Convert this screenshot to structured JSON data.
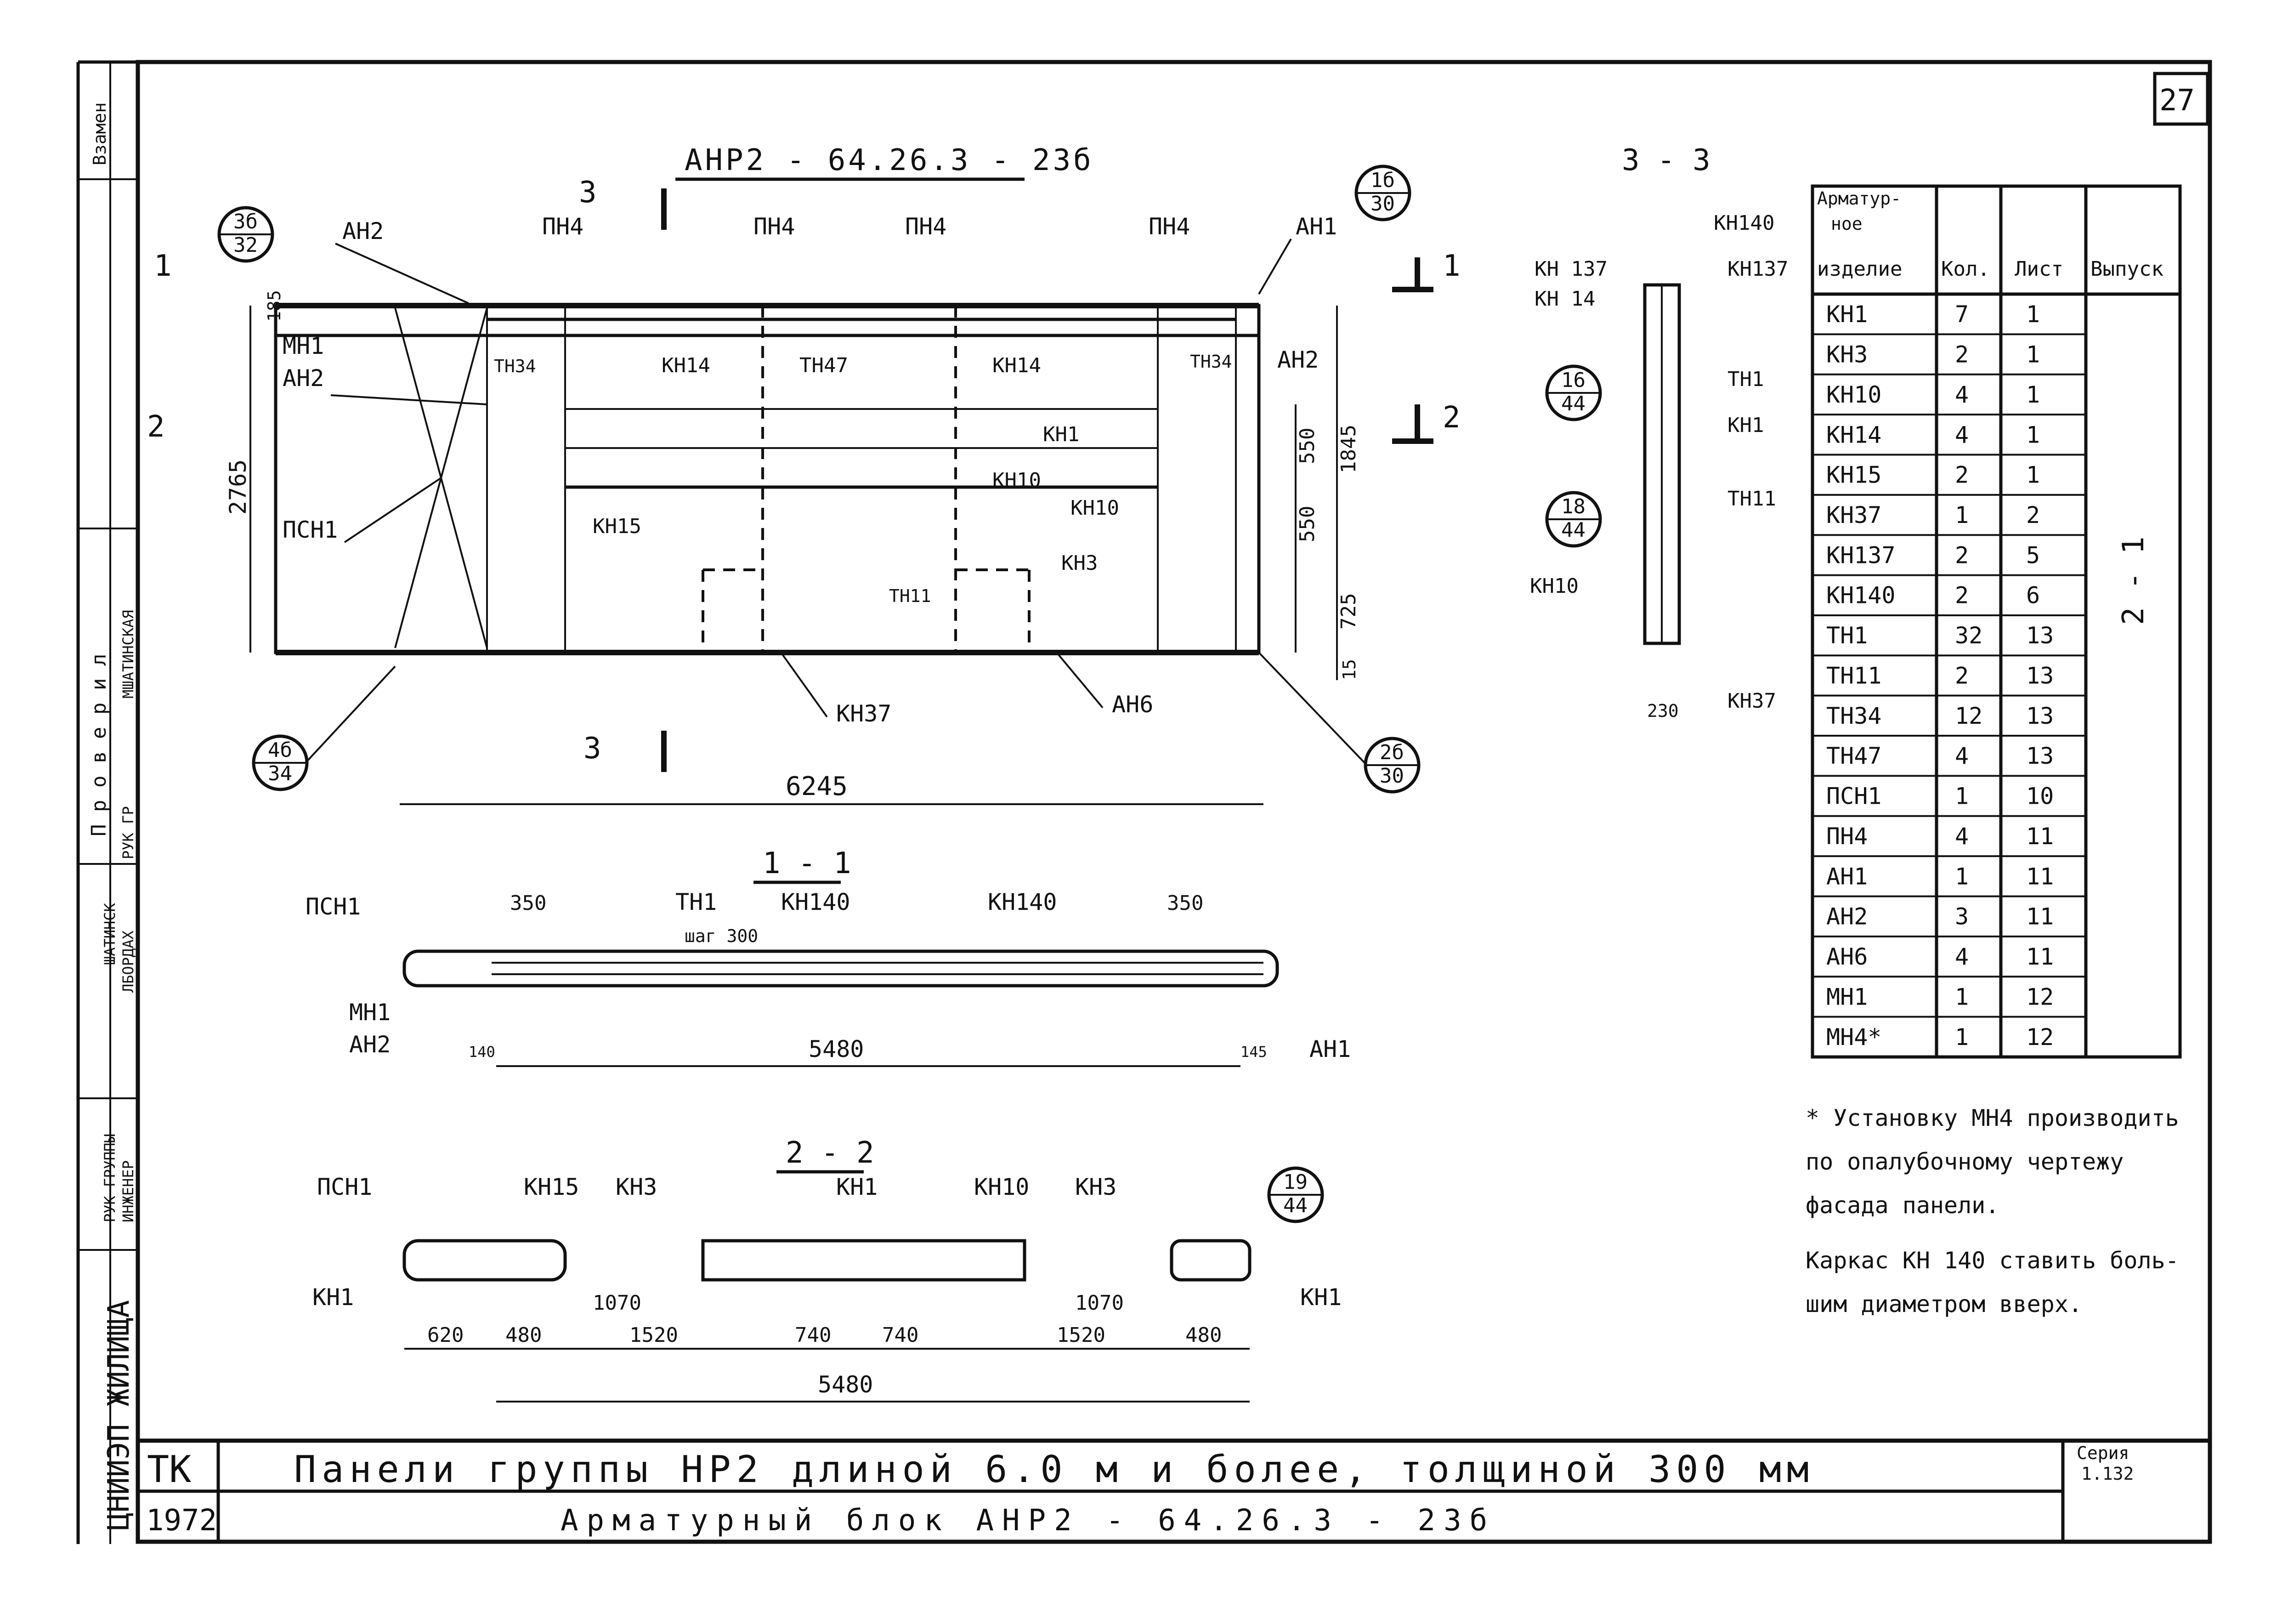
{
  "sheet": {
    "number": "27",
    "stamp_left": {
      "vzamen": "Взамен",
      "proveril": "П р о в е р и л",
      "ruk_gr": "РУК ГР",
      "ruk_gruppy": "РУК ГРУППЫ",
      "inzhener": "ИНЖЕНЕР",
      "name_mshatinskaya": "МШАТИНСКАЯ",
      "name_shatinsk": "ШАТИНСК",
      "name_lbordakh": "ЛБОРДАХ",
      "org": "ЦНИИЭП ЖИЛИЩА"
    }
  },
  "title_block": {
    "tk": "ТК",
    "year": "1972",
    "title1": "Панели группы НР2 длиной 6.0 м и более, толщиной 300 мм",
    "title2": "Арматурный блок АНР2 - 64.26.3 - 23б",
    "series_label": "Серия",
    "series_value": "1.132"
  },
  "main_view": {
    "title": "АНР2 - 64.26.3 - 23б",
    "labels": {
      "an2": "АН2",
      "pn4": "ПН4",
      "an1": "АН1",
      "mn1": "МН1",
      "psn1": "ПСН1",
      "tn34": "ТН34",
      "tn47": "ТН47",
      "kn14": "КН14",
      "kn15": "КН15",
      "kn1": "КН1",
      "kn10": "КН10",
      "kn3": "КН3",
      "tn11": "ТН11",
      "kn37": "КН37",
      "an6": "АН6"
    },
    "section_marks": {
      "s1": "1",
      "s2": "2",
      "s3": "3"
    },
    "dims": {
      "d185": "185",
      "d2765": "2765",
      "d1845": "1845",
      "d550a": "550",
      "d550b": "550",
      "d725": "725",
      "d15": "15",
      "d6245": "6245"
    },
    "callouts": {
      "c1": {
        "top": "3б",
        "bottom": "32"
      },
      "c2": {
        "top": "1б",
        "bottom": "30"
      },
      "c3": {
        "top": "4б",
        "bottom": "34"
      },
      "c4": {
        "top": "2б",
        "bottom": "30"
      }
    }
  },
  "section_11": {
    "title": "1 - 1",
    "labels": {
      "psn1": "ПСН1",
      "tn1": "ТН1",
      "step": "шаг 300",
      "kn140a": "КН140",
      "kn140b": "КН140",
      "mn1": "МН1",
      "an2": "АН2",
      "an1": "АН1"
    },
    "dims": {
      "d350a": "350",
      "d350b": "350",
      "d140": "140",
      "d5480": "5480",
      "d145": "145"
    }
  },
  "section_22": {
    "title": "2 - 2",
    "labels": {
      "psn1": "ПСН1",
      "kn15": "КН15",
      "kn3a": "КН3",
      "kn1top": "КН1",
      "kn10": "КН10",
      "kn3b": "КН3",
      "kn1left": "КН1",
      "kn1right": "КН1"
    },
    "dims": {
      "d620": "620",
      "d480a": "480",
      "d1070a": "1070",
      "d1520a": "1520",
      "d740a": "740",
      "d740b": "740",
      "d1070b": "1070",
      "d1520b": "1520",
      "d480b": "480",
      "d5480": "5480"
    },
    "callout": {
      "top": "19",
      "bottom": "44"
    }
  },
  "section_33": {
    "title": "3 - 3",
    "labels": {
      "kn140": "КН140",
      "kn137a": "КН 137",
      "kn137b": "КН137",
      "kn14": "КН 14",
      "tn1": "ТН1",
      "kn1": "КН1",
      "tn11": "ТН11",
      "kn10": "КН10",
      "kn37": "КН37"
    },
    "dims": {
      "d230": "230"
    },
    "callouts": {
      "c1": {
        "top": "16",
        "bottom": "44"
      },
      "c2": {
        "top": "18",
        "bottom": "44"
      }
    }
  },
  "spec_table": {
    "headers": [
      "Арматур-ное изделие",
      "Кол.",
      "Лист",
      "Выпуск"
    ],
    "release": "2 - 1",
    "rows": [
      [
        "КН1",
        "7",
        "1"
      ],
      [
        "КН3",
        "2",
        "1"
      ],
      [
        "КН10",
        "4",
        "1"
      ],
      [
        "КН14",
        "4",
        "1"
      ],
      [
        "КН15",
        "2",
        "1"
      ],
      [
        "КН37",
        "1",
        "2"
      ],
      [
        "КН137",
        "2",
        "5"
      ],
      [
        "КН140",
        "2",
        "6"
      ],
      [
        "ТН1",
        "32",
        "13"
      ],
      [
        "ТН11",
        "2",
        "13"
      ],
      [
        "ТН34",
        "12",
        "13"
      ],
      [
        "ТН47",
        "4",
        "13"
      ],
      [
        "ПСН1",
        "1",
        "10"
      ],
      [
        "ПН4",
        "4",
        "11"
      ],
      [
        "АН1",
        "1",
        "11"
      ],
      [
        "АН2",
        "3",
        "11"
      ],
      [
        "АН6",
        "4",
        "11"
      ],
      [
        "МН1",
        "1",
        "12"
      ],
      [
        "МН4*",
        "1",
        "12"
      ]
    ]
  },
  "notes": {
    "line1": "* Установку МН4 производить",
    "line2": "по опалубочному чертежу",
    "line3": "фасада панели.",
    "line4": "Каркас КН 140 ставить боль-",
    "line5": "шим диаметром вверх."
  }
}
